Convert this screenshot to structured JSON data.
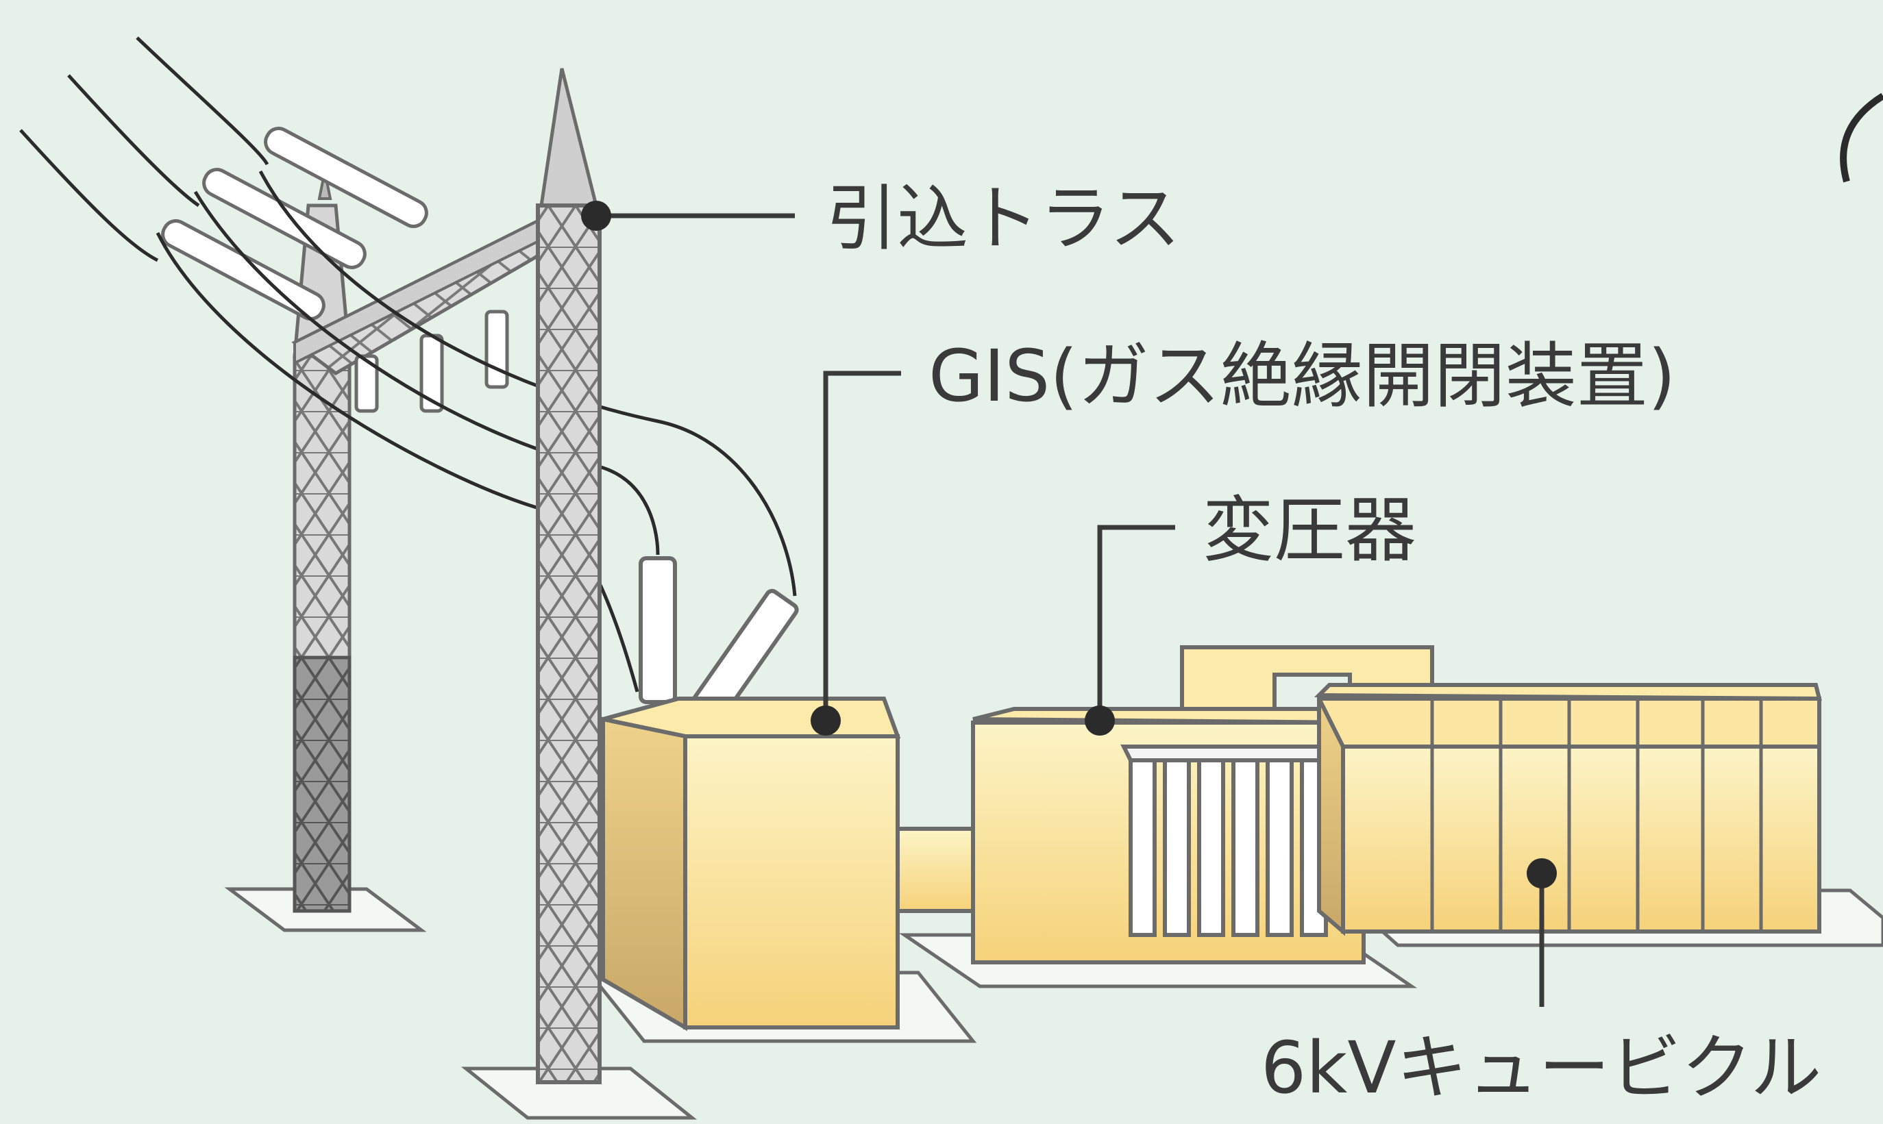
{
  "labels": {
    "truss": "引込トラス",
    "gis": "GIS(ガス絶縁開閉装置)",
    "transformer": "変圧器",
    "cubicle": "6kVキュービクル"
  },
  "colors": {
    "background": "#e6f2e9",
    "equipment_fill": "#fbe6a3",
    "equipment_stroke": "#6b6b6b",
    "steel": "#d9d9d9",
    "steel_dark": "#8c8c8c",
    "leader": "#3a3a3a",
    "cable": "#2b2b2b"
  }
}
